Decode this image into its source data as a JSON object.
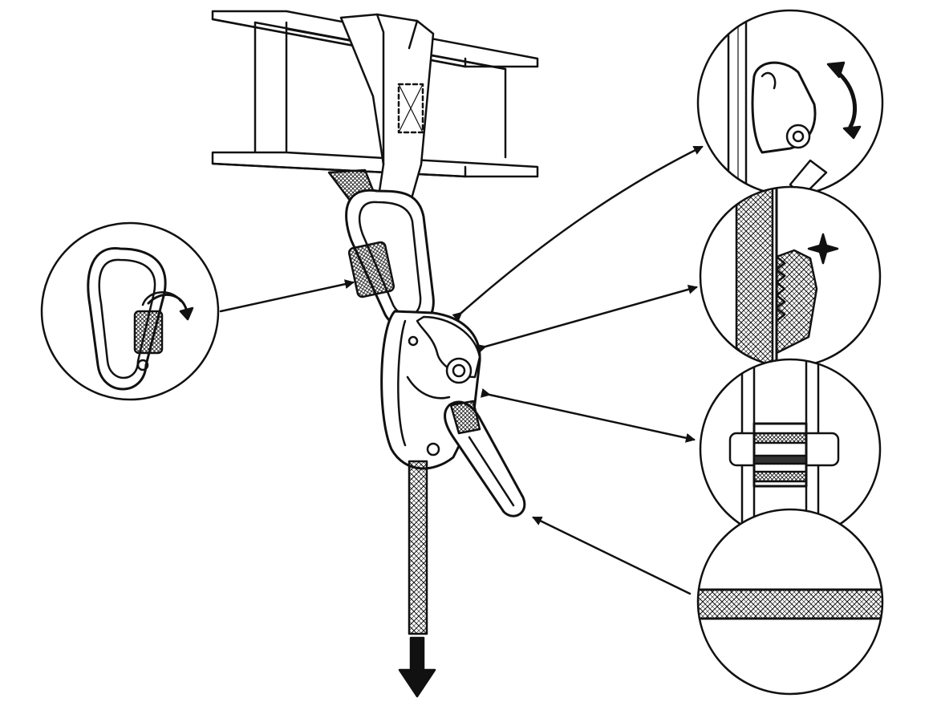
{
  "figure": {
    "subject": "rope-descender-anchor-inspection",
    "line_color": "#111111",
    "background_color": "#ffffff",
    "detail_views": [
      {
        "id": "carabiner-locking-sleeve",
        "icon": "rotate-arrow-icon"
      },
      {
        "id": "cam-movement",
        "icon": "double-curved-arrow-icon"
      },
      {
        "id": "rope-wear",
        "icon": "sparkle-icon"
      },
      {
        "id": "pulley-sheave",
        "icon": ""
      },
      {
        "id": "rope-sheath",
        "icon": ""
      }
    ],
    "load_direction_icon": "down-arrow-icon"
  }
}
